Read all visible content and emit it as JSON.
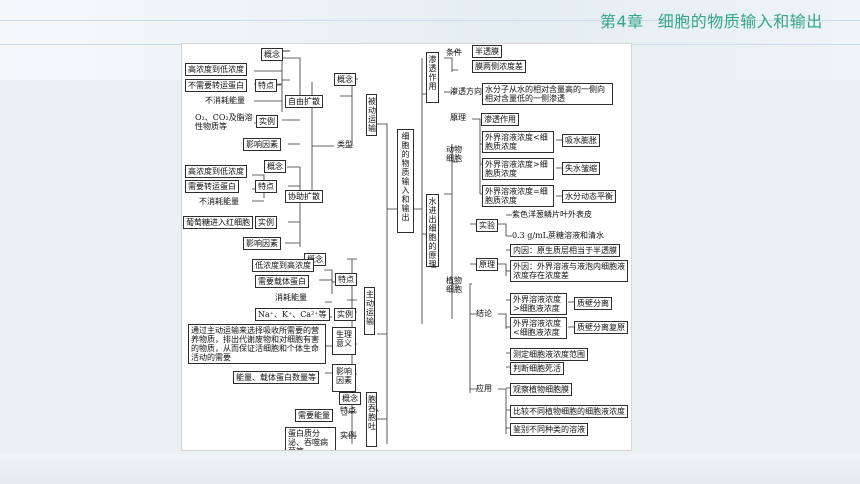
{
  "header": {
    "chapter_number": "第4章",
    "chapter_title": "细胞的物质输入和输出"
  },
  "diagram": {
    "root": "细胞的物质输入和输出",
    "left": {
      "passive": "被动运输",
      "concept": "概念",
      "type": "类型",
      "free_diffusion": {
        "name": "自由扩散",
        "concept": "概念",
        "feature": "特点",
        "f1": "高浓度到低浓度",
        "f2": "不需要转运蛋白",
        "f3": "不消耗能量",
        "example": "实例",
        "example_text": "O₂、CO₂及脂溶性物质等",
        "factor": "影响因素"
      },
      "facilitated": {
        "name": "协助扩散",
        "concept": "概念",
        "feature": "特点",
        "f1": "高浓度到低浓度",
        "f2": "需要转运蛋白",
        "f3": "不消耗能量",
        "example": "实例",
        "example_text": "葡萄糖进入红细胞",
        "factor": "影响因素"
      },
      "active": {
        "name": "主动运输",
        "concept": "概念",
        "feature": "特点",
        "f1": "低浓度到高浓度",
        "f2": "需要载体蛋白",
        "f3": "消耗能量",
        "example": "实例",
        "example_text": "Na⁺、K⁺、Ca²⁺等",
        "meaning": "生理意义",
        "meaning_text": "通过主动运输来选择吸收所需要的营养物质，排出代谢废物和对细胞有害的物质，从而保证活细胞和个体生命活动的需要",
        "factor": "影响因素",
        "factor_text": "能量、载体蛋白数量等"
      },
      "endo": {
        "name": "胞吞、胞吐",
        "concept": "概念",
        "feature": "特点",
        "feature_text": "需要能量",
        "example": "实例",
        "example_text": "蛋白质分泌、吞噬病菌等"
      }
    },
    "right": {
      "osmosis": {
        "name": "渗透作用",
        "condition": "条件",
        "c1": "半透膜",
        "c2": "膜两侧浓度差",
        "direction": "渗透方向",
        "direction_text": "水分子从水的相对含量高的一侧向相对含量低的一侧渗透"
      },
      "water": {
        "name": "水进出细胞的原理",
        "principle": "原理",
        "principle_text": "渗透作用",
        "animal": "动物细胞",
        "a1": "外界溶液浓度<细胞质浓度",
        "a1r": "吸水膨胀",
        "a2": "外界溶液浓度>细胞质浓度",
        "a2r": "失水皱缩",
        "a3": "外界溶液浓度=细胞质浓度",
        "a3r": "水分动态平衡",
        "plant": "植物细胞",
        "experiment": "实验",
        "e1": "紫色洋葱鳞片叶外表皮",
        "e2": "0.3 g/mL蔗糖溶液和清水",
        "p_principle": "原理",
        "pp1": "内因：原生质层相当于半透膜",
        "pp2": "外因：外界溶液与液泡内细胞液浓度存在浓度差",
        "conclusion": "结论",
        "k1": "外界溶液浓度>细胞液浓度",
        "k1r": "质壁分离",
        "k2": "外界溶液浓度<细胞液浓度",
        "k2r": "质壁分离复原",
        "application": "应用",
        "ap1": "测定细胞液浓度范围",
        "ap2": "判断细胞死活",
        "ap3": "观察植物细胞膜",
        "ap4": "比较不同植物细胞的细胞液浓度",
        "ap5": "鉴别不同种类的溶液"
      }
    }
  }
}
